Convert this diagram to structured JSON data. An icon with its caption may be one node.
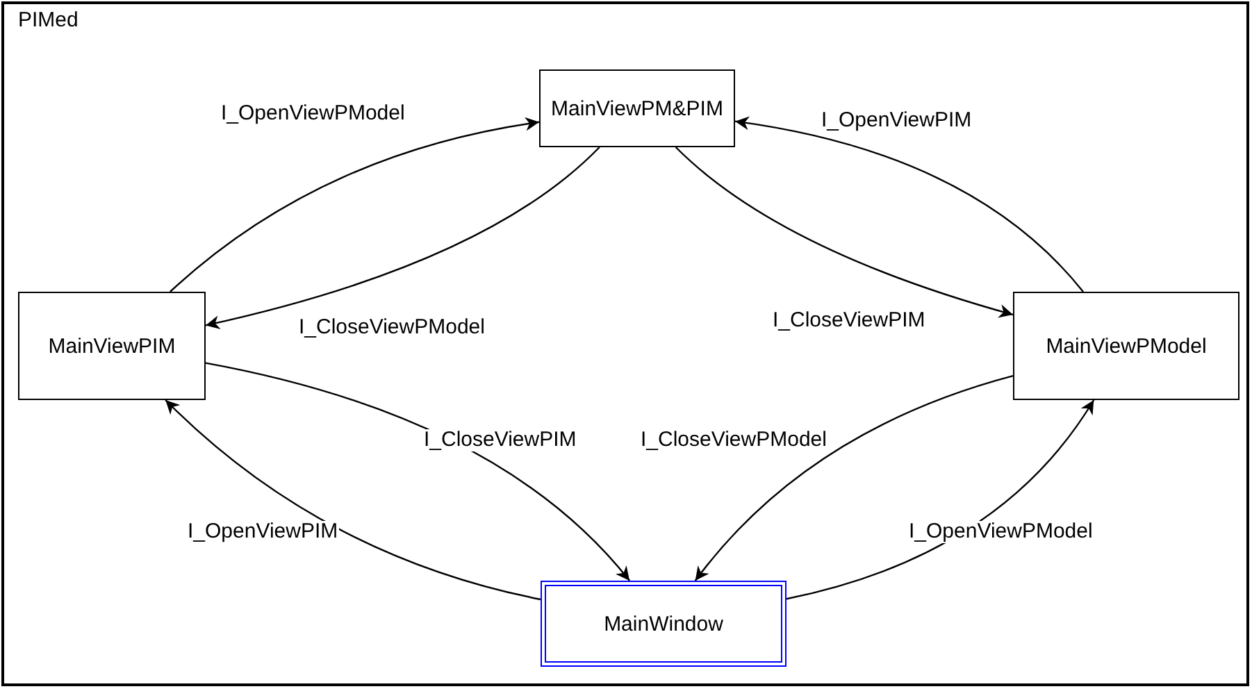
{
  "diagram": {
    "nodes": [
      {
        "text": [
          "PIMed"
        ]
      },
      {
        "text": [
          "MainViewPM&PIM"
        ],
        "in": 0
      },
      {
        "text": [
          "MainViewPIM"
        ],
        "in": 0
      },
      {
        "text": [
          "MainViewPModel"
        ],
        "in": 0
      },
      {
        "text": [
          "MainWindow"
        ],
        "in": 0
      }
    ],
    "edges": [
      {
        "from": 2,
        "to": 1,
        "arrow": "to",
        "label": "I_OpenViewPModel"
      },
      {
        "from": 1,
        "to": 2,
        "arrow": "to",
        "label": "I_CloseViewPModel"
      },
      {
        "from": 1,
        "to": 3,
        "arrow": "to",
        "label": "I_CloseViewPIM"
      },
      {
        "from": 3,
        "to": 1,
        "arrow": "to",
        "label": "I_OpenViewPIM"
      },
      {
        "from": 2,
        "to": 4,
        "arrow": "to",
        "label": "I_CloseViewPIM"
      },
      {
        "from": 4,
        "to": 2,
        "arrow": "to",
        "label": "I_OpenViewPIM"
      },
      {
        "from": 3,
        "to": 4,
        "arrow": "to",
        "label": "I_CloseViewPModel"
      },
      {
        "from": 4,
        "to": 3,
        "arrow": "to",
        "label": "I_OpenViewPModel"
      }
    ]
  }
}
